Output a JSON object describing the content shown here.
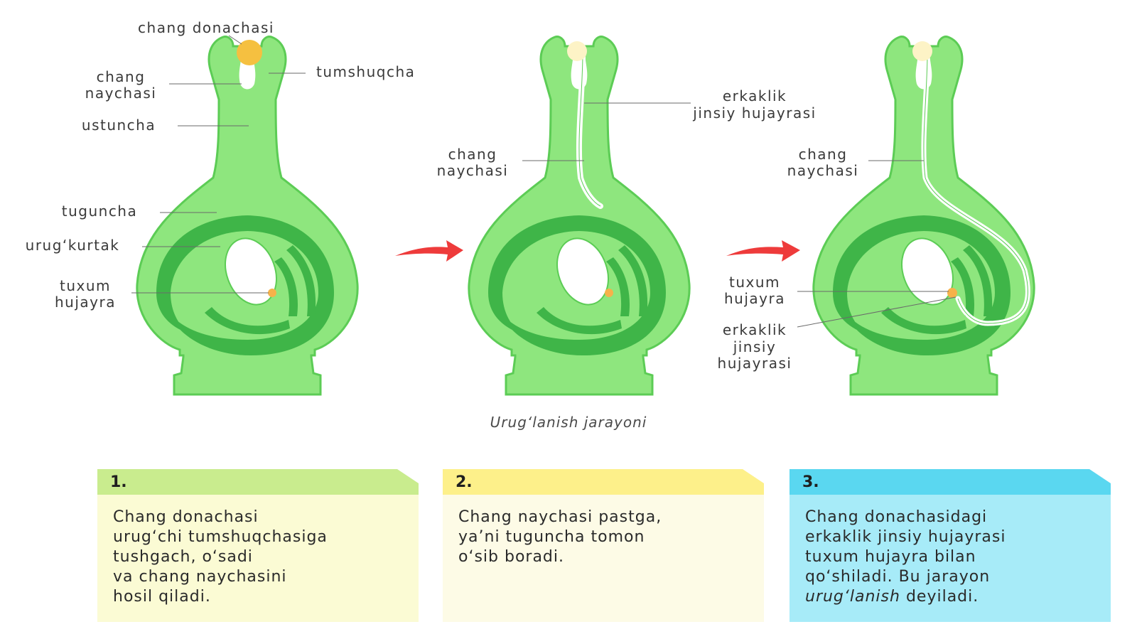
{
  "diagram": {
    "stage1_labels": {
      "pollen_grain": "chang donachasi",
      "pollen_tube_line1": "chang",
      "pollen_tube_line2": "naychasi",
      "stigma": "tumshuqcha",
      "style": "ustuncha",
      "ovary": "tuguncha",
      "ovule": "urug‘kurtak",
      "egg_cell_line1": "tuxum",
      "egg_cell_line2": "hujayra"
    },
    "stage2_labels": {
      "male_cell_line1": "erkaklik",
      "male_cell_line2": "jinsiy hujayrasi",
      "pollen_tube_line1": "chang",
      "pollen_tube_line2": "naychasi"
    },
    "stage3_labels": {
      "pollen_tube_line1": "chang",
      "pollen_tube_line2": "naychasi",
      "egg_cell_line1": "tuxum",
      "egg_cell_line2": "hujayra",
      "male_cell_line1": "erkaklik",
      "male_cell_line2": "jinsiy",
      "male_cell_line3": "hujayrasi"
    },
    "caption": "Urug‘lanish jarayoni",
    "colors": {
      "flesh": "#8ee67e",
      "outline": "#5ccc55",
      "dark": "#3fb548",
      "cavity": "#ffffff",
      "egg": "#f6b24a",
      "pollen": "#f5c040",
      "arrow": "#ee3b3b"
    }
  },
  "cards": [
    {
      "number": "1.",
      "lines": [
        "Chang donachasi",
        "urug‘chi tumshuqchasiga",
        "tushgach, o‘sadi",
        "va chang naychasini",
        "hosil qiladi."
      ]
    },
    {
      "number": "2.",
      "lines": [
        "Chang naychasi pastga,",
        "ya’ni tuguncha tomon",
        "o‘sib boradi."
      ]
    },
    {
      "number": "3.",
      "lines": [
        "Chang donachasidagi",
        "erkaklik jinsiy hujayrasi",
        "tuxum hujayra bilan",
        "qo‘shiladi. Bu jarayon"
      ],
      "last_line_italic": "urug‘lanish",
      "last_line_rest": " deyiladi."
    }
  ]
}
